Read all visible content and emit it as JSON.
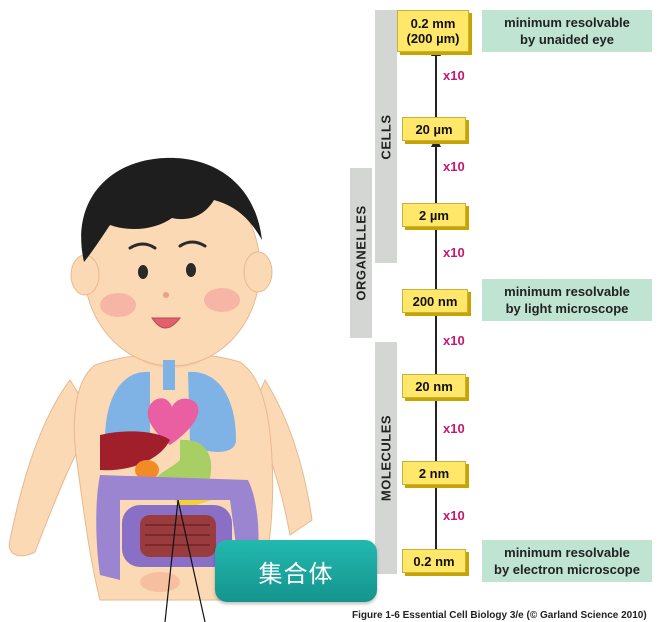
{
  "scale": {
    "levels": [
      {
        "lines": [
          "0.2 mm",
          "(200 µm)"
        ]
      },
      {
        "lines": [
          "20 µm"
        ]
      },
      {
        "lines": [
          "2 µm"
        ]
      },
      {
        "lines": [
          "200 nm"
        ]
      },
      {
        "lines": [
          "20 nm"
        ]
      },
      {
        "lines": [
          "2 nm"
        ]
      },
      {
        "lines": [
          "0.2 nm"
        ]
      }
    ],
    "factor": "x10",
    "categories": [
      "CELLS",
      "ORGANELLES",
      "MOLECULES"
    ],
    "notes": [
      {
        "lines": [
          "minimum resolvable",
          "by unaided eye"
        ]
      },
      {
        "lines": [
          "minimum resolvable",
          "by light microscope"
        ]
      },
      {
        "lines": [
          "minimum resolvable",
          "by electron microscope"
        ]
      }
    ]
  },
  "caption": "Figure 1-6  Essential Cell Biology 3/e (© Garland Science 2010)",
  "badge": "集合体",
  "colors": {
    "category_band": "#d3d6d3",
    "scale_box": "#ffe76a",
    "factor_text": "#c8176f",
    "note_box": "#bfe5d2",
    "badge": "#1aa8a0"
  }
}
